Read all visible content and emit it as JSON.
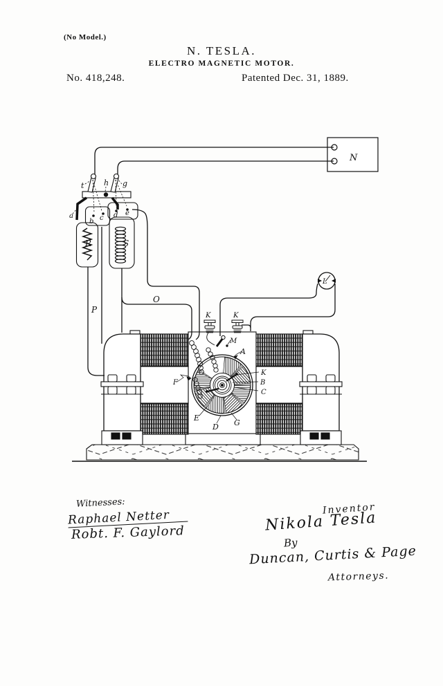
{
  "page": {
    "no_model": "(No Model.)",
    "inventor_name": "N. TESLA.",
    "title": "ELECTRO MAGNETIC MOTOR.",
    "patent_number": "No. 418,248.",
    "patent_date": "Patented Dec. 31, 1889.",
    "ink_color": "#111111",
    "paper_color": "#fdfdfc"
  },
  "diagram": {
    "labels": {
      "n": "N",
      "t": "t",
      "h": "h",
      "g": "g",
      "a": "a",
      "b": "b",
      "c": "c",
      "d": "d",
      "e": "e",
      "r": "R",
      "s": "S",
      "p": "P",
      "o": "O",
      "l": "L",
      "k1": "K",
      "k2": "K",
      "m": "M",
      "f": "F",
      "a2": "A",
      "k3": "K",
      "b2": "B",
      "c2": "C",
      "e2": "E",
      "d2": "D",
      "g2": "G"
    }
  },
  "signatures": {
    "witnesses_label": "Witnesses:",
    "witness1": "Raphael Netter",
    "witness2": "Robt. F. Gaylord",
    "inventor_label": "Inventor",
    "inventor_signature": "Nikola Tesla",
    "by_label": "By",
    "attorney_signature": "Duncan, Curtis & Page",
    "attorneys_label": "Attorneys."
  }
}
